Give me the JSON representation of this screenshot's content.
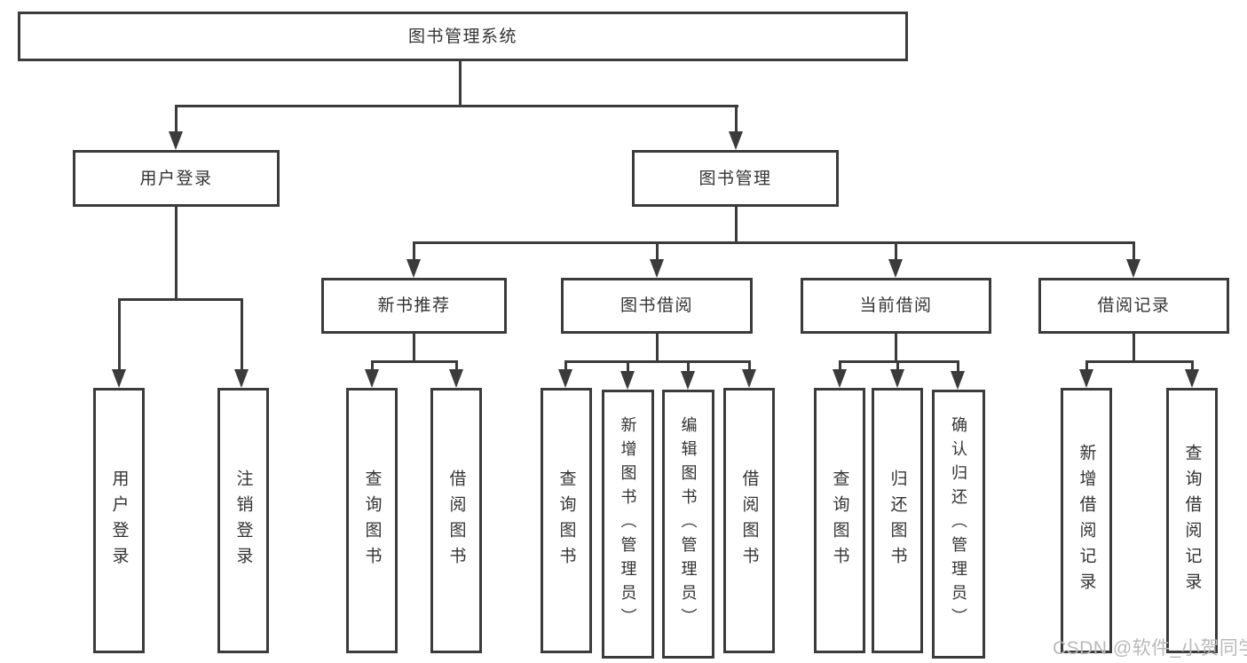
{
  "diagram": {
    "root": "图书管理系统",
    "branches": {
      "user_login": "用户登录",
      "book_management": "图书管理"
    },
    "modules": {
      "new_book_recommend": "新书推荐",
      "book_borrow": "图书借阅",
      "current_borrow": "当前借阅",
      "borrow_records": "借阅记录"
    },
    "functions": {
      "user_login": "用户登录",
      "logout": "注销登录",
      "query_book_recommend": "查询图书",
      "borrow_book_recommend": "借阅图书",
      "query_book_borrow": "查询图书",
      "add_book_admin": "新增图书（管理员）",
      "edit_book_admin": "编辑图书（管理员）",
      "borrow_book_borrow": "借阅图书",
      "query_book_current": "查询图书",
      "return_book": "归还图书",
      "confirm_return_admin": "确认归还（管理员）",
      "add_borrow_record": "新增借阅记录",
      "query_borrow_record": "查询借阅记录"
    }
  },
  "watermark": {
    "text": "CSDN @软件_小贺同学"
  },
  "colors": {
    "line": "#3b3b3b",
    "text": "#333333",
    "box_background": "#ffffff",
    "watermark": "#b9b9b9",
    "page_background": "#ffffff"
  }
}
